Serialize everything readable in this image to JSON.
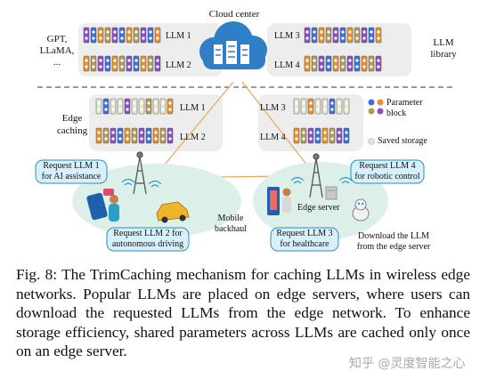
{
  "figure": {
    "cloud_label": "Cloud center",
    "left_models": [
      "GPT,",
      "LLaMA,",
      "..."
    ],
    "library_label": [
      "LLM",
      "library"
    ],
    "cloud_llms": [
      "LLM 1",
      "LLM 2",
      "LLM 3",
      "LLM 4"
    ],
    "edge_caching_label": [
      "Edge",
      "caching"
    ],
    "edge_llms": [
      "LLM 1",
      "LLM 2",
      "LLM 3",
      "LLM 4"
    ],
    "legend": {
      "parameter_block": [
        "Parameter",
        "block"
      ],
      "saved_storage": "Saved storage"
    },
    "requests": {
      "r1": [
        "Request LLM 1",
        "for AI assistance"
      ],
      "r2": [
        "Request LLM 2 for",
        "autonomous driving"
      ],
      "r3": [
        "Request LLM 3",
        "for healthcare"
      ],
      "r4": [
        "Request LLM 4",
        "for robotic control"
      ]
    },
    "mobile_backhaul": [
      "Mobile",
      "backhaul"
    ],
    "edge_server_label": "Edge server",
    "download_label": [
      "Download the LLM",
      "from the edge server"
    ]
  },
  "caption": "Fig. 8: The TrimCaching mechanism for caching LLMs in wireless edge networks. Popular LLMs are placed on edge servers, where users can download the requested LLMs from the edge network. To enhance storage efficiency, shared parameters across LLMs are cached only once on an edge server.",
  "watermark": "知乎 @灵度智能之心",
  "colors": {
    "block_orange": "#e8902a",
    "block_blue": "#3d6fd8",
    "block_purple": "#8a4fc4",
    "block_tan": "#b49a5a",
    "saved_storage": "#e6e6d2",
    "panel_gray": "#ededed",
    "ellipse_green": "#dcefe8",
    "callout_blue": "#d6f1fb",
    "link_orange": "#e8a85a"
  }
}
